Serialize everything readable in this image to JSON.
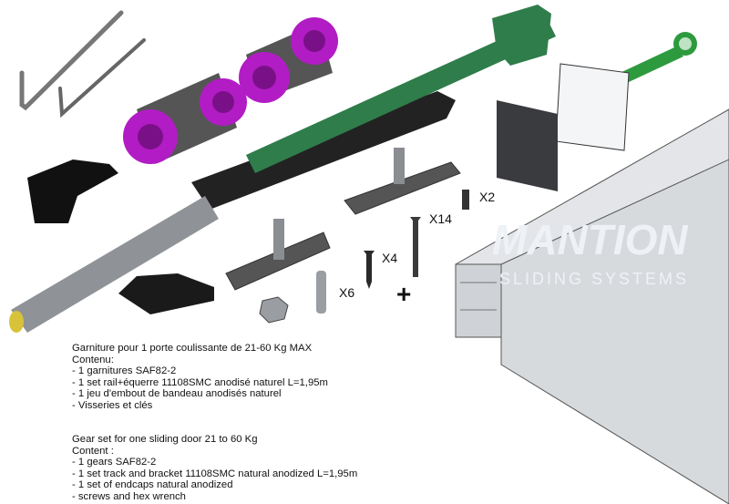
{
  "watermark": {
    "brand": "MANTION",
    "tagline": "SLIDING SYSTEMS"
  },
  "quantities": {
    "grub_screw": "X2",
    "long_screw": "X14",
    "short_screw": "X4",
    "wall_plug": "X6"
  },
  "plus_sign": "+",
  "description_fr": {
    "title": "Garniture pour 1 porte coulissante de 21-60 Kg MAX",
    "heading": "Contenu:",
    "items": [
      "- 1 garnitures SAF82-2",
      "- 1 set rail+équerre 11108SMC anodisé naturel L=1,95m",
      "- 1 jeu d'embout de bandeau anodisés naturel",
      "- Visseries et clés"
    ]
  },
  "description_en": {
    "title": "Gear set for one sliding door 21 to 60 Kg",
    "heading": "Content :",
    "items": [
      "- 1 gears SAF82-2",
      "- 1 set track and bracket 11108SMC natural anodized L=1,95m",
      "- 1 set of endcaps natural anodized",
      "- screws and hex wrench"
    ]
  },
  "colors": {
    "wheel": "#b21cc4",
    "damper_green": "#2f7d4a",
    "rail": "#cfd2d6",
    "metal": "#666a70"
  }
}
